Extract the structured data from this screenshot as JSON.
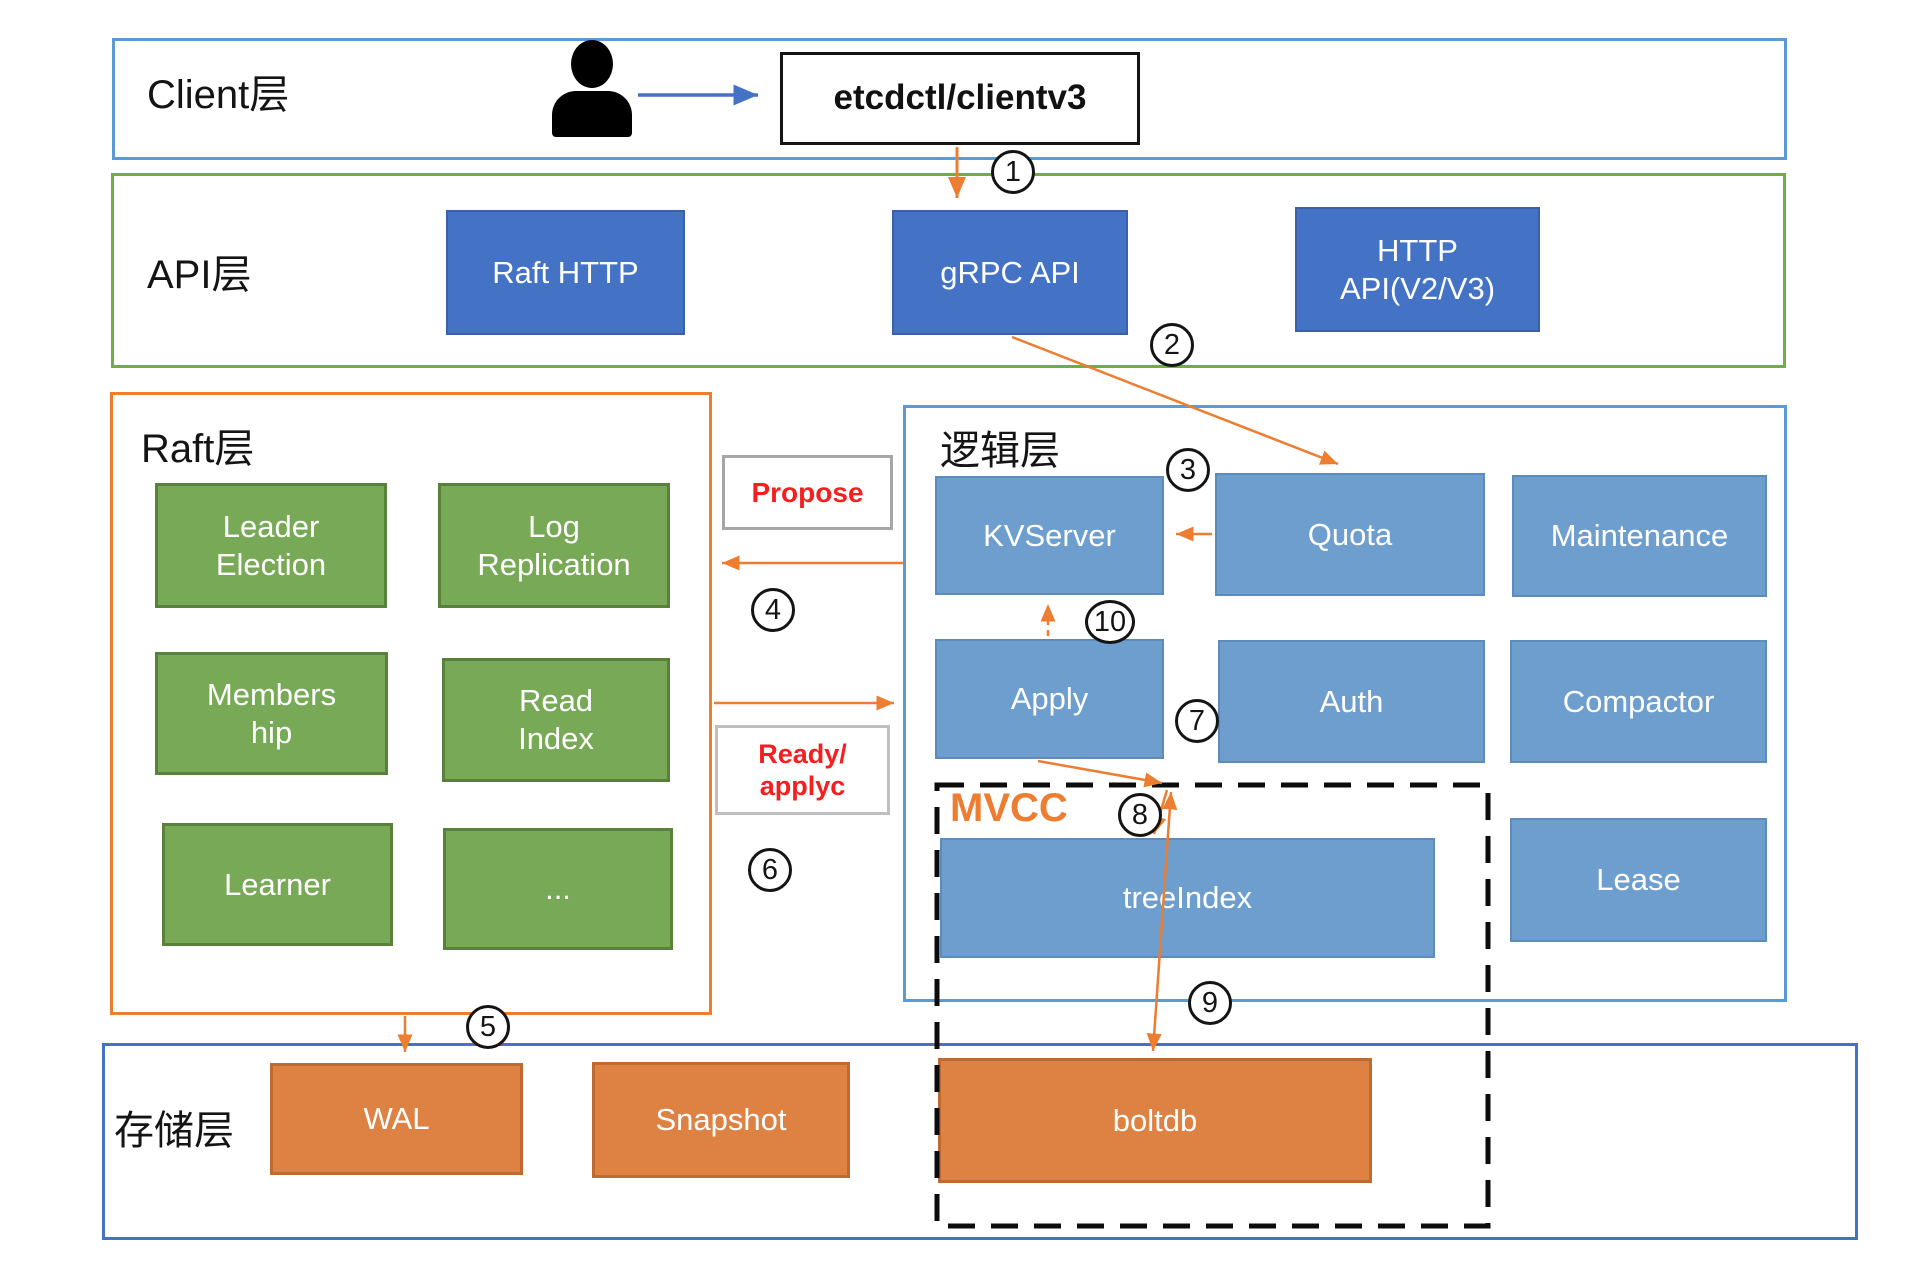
{
  "layers": {
    "client": {
      "label": "Client层"
    },
    "api": {
      "label": "API层"
    },
    "raft": {
      "label": "Raft层"
    },
    "logic": {
      "label": "逻辑层"
    },
    "storage": {
      "label": "存储层"
    }
  },
  "client_nodes": {
    "user_icon": "person-icon",
    "etcdctl": {
      "label": "etcdctl/clientv3"
    }
  },
  "api_nodes": {
    "raft_http": {
      "label": "Raft HTTP"
    },
    "grpc_api": {
      "label": "gRPC API"
    },
    "http_api": {
      "line1": "HTTP",
      "line2": "API(V2/V3)"
    }
  },
  "raft_nodes": {
    "leader_election": {
      "line1": "Leader",
      "line2": "Election"
    },
    "log_replication": {
      "line1": "Log",
      "line2": "Replication"
    },
    "membership": {
      "line1": "Members",
      "line2": "hip"
    },
    "read_index": {
      "line1": "Read",
      "line2": "Index"
    },
    "learner": {
      "label": "Learner"
    },
    "more": {
      "label": "..."
    }
  },
  "logic_nodes": {
    "kvserver": {
      "label": "KVServer"
    },
    "quota": {
      "label": "Quota"
    },
    "maintenance": {
      "label": "Maintenance"
    },
    "apply": {
      "label": "Apply"
    },
    "auth": {
      "label": "Auth"
    },
    "compactor": {
      "label": "Compactor"
    },
    "mvcc_group": {
      "label": "MVCC"
    },
    "tree_index": {
      "label": "treeIndex"
    },
    "lease": {
      "label": "Lease"
    }
  },
  "storage_nodes": {
    "wal": {
      "label": "WAL"
    },
    "snapshot": {
      "label": "Snapshot"
    },
    "boltdb": {
      "label": "boltdb"
    }
  },
  "flow_labels": {
    "propose": {
      "label": "Propose"
    },
    "ready": {
      "line1": "Ready/",
      "line2": "applyc"
    }
  },
  "steps": [
    "1",
    "2",
    "3",
    "4",
    "5",
    "6",
    "7",
    "8",
    "9",
    "10"
  ],
  "colors": {
    "client_border": "#5B9BD5",
    "api_border": "#70AD47",
    "raft_border": "#ED7D31",
    "logic_border": "#5B9BD5",
    "storage_border": "#4472C4",
    "api_box": "#4472C4",
    "logic_box": "#6D9ECD",
    "raft_box": "#78A956",
    "storage_box": "#DE8244",
    "arrow": "#ED7D31",
    "user_arrow": "#4472C4",
    "flow_text": "#F51F1F",
    "mvcc_text": "#ED7D31"
  }
}
